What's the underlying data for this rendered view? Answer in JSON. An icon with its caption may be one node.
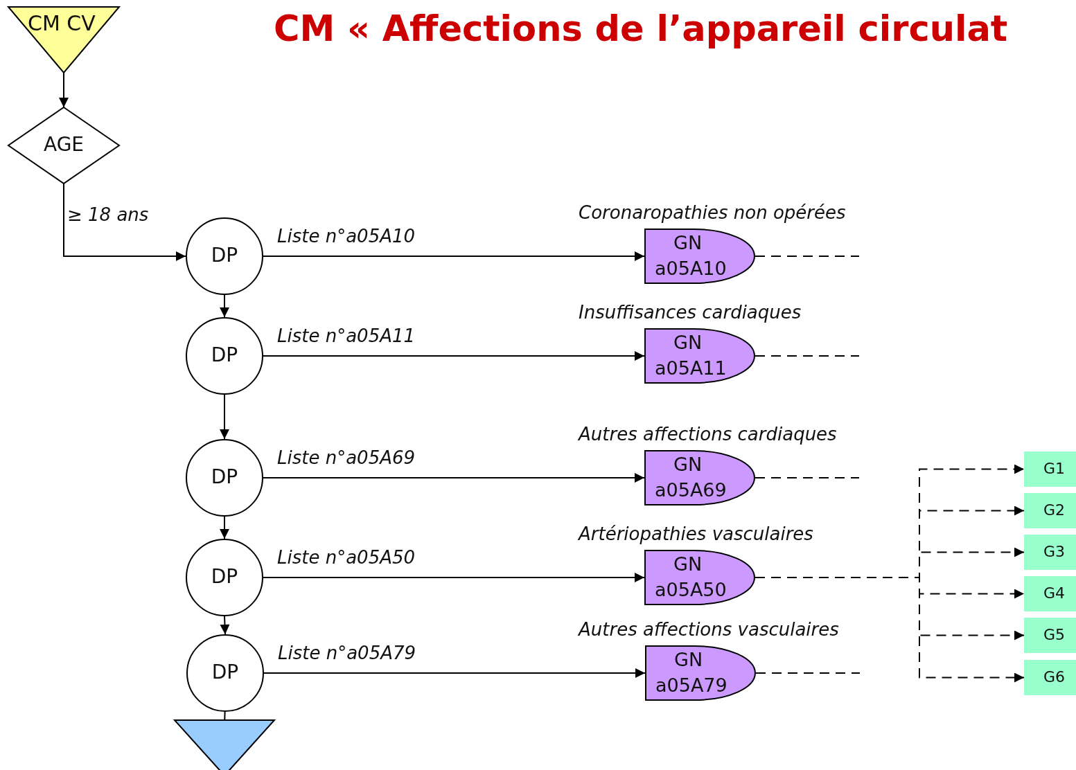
{
  "diagram": {
    "title": "CM « Affections de l’appareil circulat",
    "nodes": [
      {
        "text": [
          "CM CV"
        ]
      },
      {
        "text": [
          "AGE"
        ]
      },
      {
        "text": [
          "DP"
        ]
      },
      {
        "text": [
          "DP"
        ]
      },
      {
        "text": [
          "DP"
        ]
      },
      {
        "text": [
          "DP"
        ]
      },
      {
        "text": [
          "DP"
        ]
      },
      {
        "text": [
          "GN",
          "a05A10"
        ],
        "beside": [
          "Coronaropathies non opérées"
        ]
      },
      {
        "text": [
          "GN",
          "a05A11"
        ],
        "beside": [
          "Insuffisances cardiaques"
        ]
      },
      {
        "text": [
          "GN",
          "a05A69"
        ],
        "beside": [
          "Autres affections cardiaques"
        ]
      },
      {
        "text": [
          "GN",
          "a05A50"
        ],
        "beside": [
          "Artériopathies vasculaires"
        ]
      },
      {
        "text": [
          "GN",
          "a05A79"
        ],
        "beside": [
          "Autres affections vasculaires"
        ]
      },
      {
        "text": [],
        "shape": "triangle"
      },
      {
        "text": [
          "G1"
        ]
      },
      {
        "text": [
          "G2"
        ]
      },
      {
        "text": [
          "G3"
        ]
      },
      {
        "text": [
          "G4"
        ]
      },
      {
        "text": [
          "G5"
        ]
      },
      {
        "text": [
          "G6"
        ]
      }
    ],
    "edges": [
      {
        "from": 0,
        "to": 1,
        "arrow": "to"
      },
      {
        "from": 1,
        "to": 2,
        "arrow": "to",
        "label": "≥ 18 ans"
      },
      {
        "from": 2,
        "to": 3,
        "arrow": "to"
      },
      {
        "from": 3,
        "to": 4,
        "arrow": "to"
      },
      {
        "from": 4,
        "to": 5,
        "arrow": "to"
      },
      {
        "from": 5,
        "to": 6,
        "arrow": "to"
      },
      {
        "from": 6,
        "to": 12,
        "arrow": "to"
      },
      {
        "from": 2,
        "to": 7,
        "arrow": "to",
        "label": "Liste n°a05A10"
      },
      {
        "from": 3,
        "to": 8,
        "arrow": "to",
        "label": "Liste n°a05A11"
      },
      {
        "from": 4,
        "to": 9,
        "arrow": "to",
        "label": "Liste n°a05A69"
      },
      {
        "from": 5,
        "to": 10,
        "arrow": "to",
        "label": "Liste n°a05A50"
      },
      {
        "from": 6,
        "to": 11,
        "arrow": "to",
        "label": "Liste n°a05A79"
      },
      {
        "from": 7,
        "to": null,
        "arrow": "none",
        "style": "dashed"
      },
      {
        "from": 8,
        "to": null,
        "arrow": "none",
        "style": "dashed"
      },
      {
        "from": 9,
        "to": null,
        "arrow": "none",
        "style": "dashed"
      },
      {
        "from": 11,
        "to": null,
        "arrow": "none",
        "style": "dashed"
      },
      {
        "from": 10,
        "to": 13,
        "arrow": "to",
        "style": "dashed"
      },
      {
        "from": 10,
        "to": 14,
        "arrow": "to",
        "style": "dashed"
      },
      {
        "from": 10,
        "to": 15,
        "arrow": "to",
        "style": "dashed"
      },
      {
        "from": 10,
        "to": 16,
        "arrow": "to",
        "style": "dashed"
      },
      {
        "from": 10,
        "to": 17,
        "arrow": "to",
        "style": "dashed"
      },
      {
        "from": 10,
        "to": 18,
        "arrow": "to",
        "style": "dashed"
      }
    ]
  }
}
